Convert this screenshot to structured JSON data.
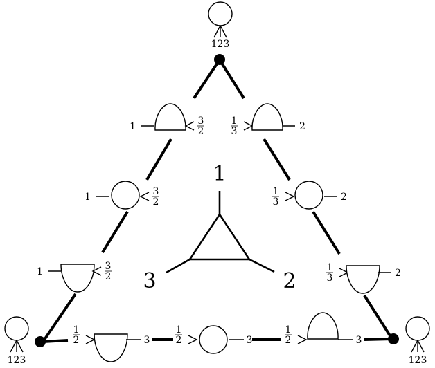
{
  "colors": {
    "ink": "#000000",
    "background": "#ffffff"
  },
  "center_labels": {
    "top": "1",
    "left": "3",
    "right": "2"
  },
  "corner_loops": [
    {
      "id": "top",
      "label": "123"
    },
    {
      "id": "bottom-left",
      "label": "123"
    },
    {
      "id": "bottom-right",
      "label": "123"
    }
  ],
  "left_edge_nodes": [
    {
      "shape": "dome",
      "left_label": "1",
      "right_labels": [
        "3",
        "2"
      ]
    },
    {
      "shape": "circle",
      "left_label": "1",
      "right_labels": [
        "3",
        "2"
      ]
    },
    {
      "shape": "cup",
      "left_label": "1",
      "right_labels": [
        "3",
        "2"
      ]
    }
  ],
  "right_edge_nodes": [
    {
      "shape": "dome",
      "left_labels": [
        "1",
        "3"
      ],
      "right_label": "2"
    },
    {
      "shape": "circle",
      "left_labels": [
        "1",
        "3"
      ],
      "right_label": "2"
    },
    {
      "shape": "cup",
      "left_labels": [
        "1",
        "3"
      ],
      "right_label": "2"
    }
  ],
  "bottom_edge_nodes": [
    {
      "shape": "cup",
      "left_labels": [
        "1",
        "2"
      ],
      "right_label": "3"
    },
    {
      "shape": "circle",
      "left_labels": [
        "1",
        "2"
      ],
      "right_label": "3"
    },
    {
      "shape": "dome",
      "left_labels": [
        "1",
        "2"
      ],
      "right_label": "3"
    }
  ]
}
